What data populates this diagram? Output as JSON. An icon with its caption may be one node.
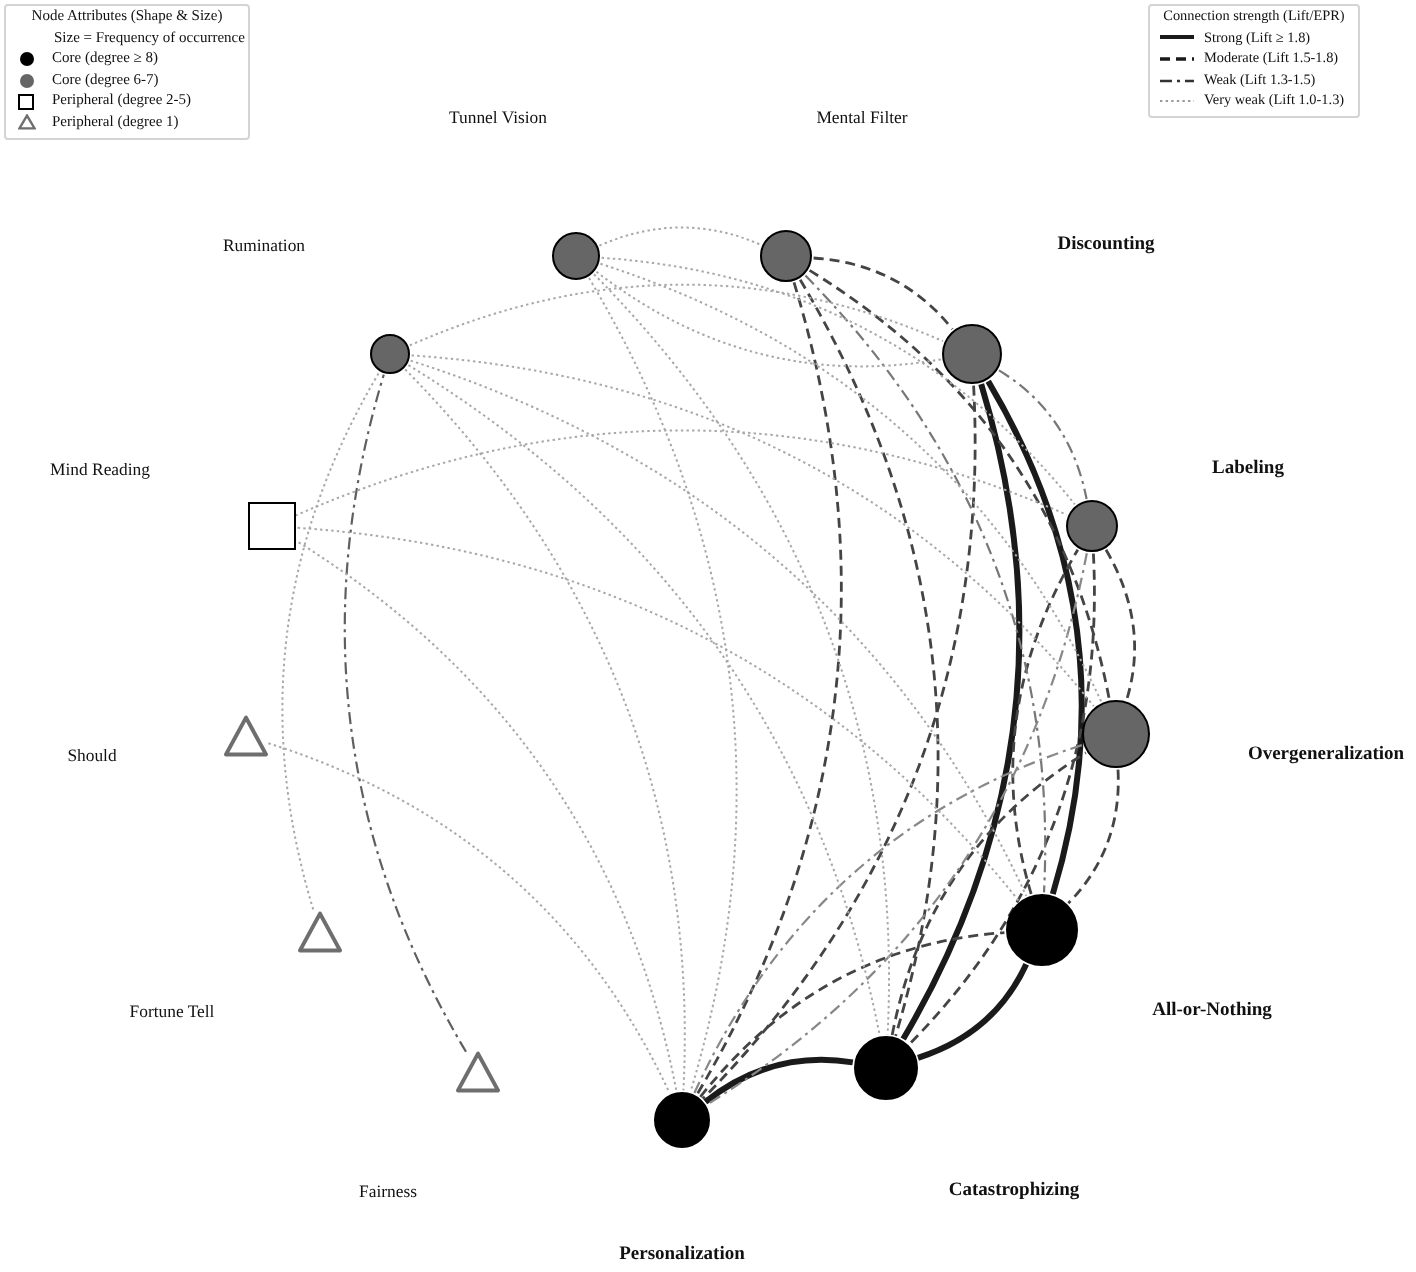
{
  "diagram": {
    "nodes": [
      {
        "text": [],
        "shape": "circle"
      },
      {
        "text": [],
        "shape": "circle"
      },
      {
        "text": [],
        "shape": "circle"
      },
      {
        "text": [],
        "shape": "circle"
      },
      {
        "text": [],
        "shape": "circle"
      },
      {
        "text": [],
        "shape": "circle"
      },
      {
        "text": [],
        "shape": "circle"
      },
      {
        "text": [],
        "shape": "circle"
      },
      {
        "text": [],
        "shape": "triangle"
      },
      {
        "text": [],
        "shape": "triangle"
      },
      {
        "text": [],
        "shape": "triangle"
      },
      {
        "text": [],
        "shape": "square"
      },
      {
        "text": [],
        "shape": "circle"
      }
    ],
    "edges": [
      {
        "from": 2,
        "to": 6,
        "arrow": "none",
        "style": "thick",
        "color": "#1a1a1a"
      },
      {
        "from": 2,
        "to": 5,
        "arrow": "none",
        "style": "thick",
        "color": "#1a1a1a"
      },
      {
        "from": 5,
        "to": 6,
        "arrow": "none",
        "style": "thick",
        "color": "#1a1a1a"
      },
      {
        "from": 7,
        "to": 6,
        "arrow": "none",
        "style": "thick",
        "color": "#1a1a1a"
      },
      {
        "from": 1,
        "to": 2,
        "arrow": "none",
        "style": "dashed",
        "color": "#444444"
      },
      {
        "from": 1,
        "to": 4,
        "arrow": "none",
        "style": "dashed",
        "color": "#444444"
      },
      {
        "from": 1,
        "to": 6,
        "arrow": "none",
        "style": "dashed",
        "color": "#444444"
      },
      {
        "from": 1,
        "to": 7,
        "arrow": "none",
        "style": "dashed",
        "color": "#444444"
      },
      {
        "from": 2,
        "to": 7,
        "arrow": "none",
        "style": "dashed",
        "color": "#444444"
      },
      {
        "from": 3,
        "to": 4,
        "arrow": "none",
        "style": "dashed",
        "color": "#444444"
      },
      {
        "from": 5,
        "to": 3,
        "arrow": "none",
        "style": "dashed",
        "color": "#444444"
      },
      {
        "from": 3,
        "to": 6,
        "arrow": "none",
        "style": "dashed",
        "color": "#444444"
      },
      {
        "from": 4,
        "to": 5,
        "arrow": "none",
        "style": "dashed",
        "color": "#444444"
      },
      {
        "from": 6,
        "to": 4,
        "arrow": "none",
        "style": "dashed",
        "color": "#444444"
      },
      {
        "from": 7,
        "to": 5,
        "arrow": "none",
        "style": "dashed",
        "color": "#444444"
      },
      {
        "from": 8,
        "to": 12,
        "arrow": "none",
        "style": "dashed",
        "color": "#5f5f5f"
      },
      {
        "from": 2,
        "to": 3,
        "arrow": "none",
        "style": "dashed",
        "color": "#777777"
      },
      {
        "from": 1,
        "to": 5,
        "arrow": "none",
        "style": "dashed",
        "color": "#777777"
      },
      {
        "from": 7,
        "to": 4,
        "arrow": "none",
        "style": "dashed",
        "color": "#888888"
      },
      {
        "from": 3,
        "to": 7,
        "arrow": "none",
        "style": "dashed",
        "color": "#888888"
      },
      {
        "from": 0,
        "to": 1,
        "arrow": "none",
        "style": "dashed"
      },
      {
        "from": 2,
        "to": 0,
        "arrow": "none",
        "style": "dashed"
      },
      {
        "from": 0,
        "to": 3,
        "arrow": "none",
        "style": "dashed"
      },
      {
        "from": 0,
        "to": 4,
        "arrow": "none",
        "style": "dashed"
      },
      {
        "from": 0,
        "to": 6,
        "arrow": "none",
        "style": "dashed"
      },
      {
        "from": 0,
        "to": 7,
        "arrow": "none",
        "style": "dashed"
      },
      {
        "from": 12,
        "to": 2,
        "arrow": "none",
        "style": "dashed"
      },
      {
        "from": 12,
        "to": 4,
        "arrow": "none",
        "style": "dashed"
      },
      {
        "from": 9,
        "to": 12,
        "arrow": "none",
        "style": "dashed"
      },
      {
        "from": 12,
        "to": 7,
        "arrow": "none",
        "style": "dashed"
      },
      {
        "from": 12,
        "to": 6,
        "arrow": "none",
        "style": "dashed"
      },
      {
        "from": 12,
        "to": 5,
        "arrow": "none",
        "style": "dashed"
      },
      {
        "from": 11,
        "to": 3,
        "arrow": "none",
        "style": "dashed"
      },
      {
        "from": 11,
        "to": 7,
        "arrow": "none",
        "style": "dashed"
      },
      {
        "from": 11,
        "to": 5,
        "arrow": "none",
        "style": "dashed"
      },
      {
        "from": 10,
        "to": 7,
        "arrow": "none",
        "style": "dashed"
      }
    ],
    "labels": [
      "Node Attributes (Shape & Size)",
      "Size = Frequency of occurrence",
      "Connection strength (Lift/EPR)",
      "Tunnel Vision",
      "Mental Filter",
      "Rumination",
      "Discounting",
      "Mind Reading",
      "Labeling",
      "Should",
      "Overgeneralization",
      "Fortune Tell",
      "All-or-Nothing",
      "Fairness",
      "Catastrophizing",
      "Personalization"
    ],
    "legend": [
      {
        "text": "Core (degree ≥ 8)",
        "color": "#000000"
      },
      {
        "text": "Core (degree 6-7)",
        "color": "#666666"
      },
      {
        "text": "Peripheral (degree 2-5)"
      },
      {
        "text": "Peripheral (degree 1)"
      },
      {
        "text": "Strong (Lift ≥ 1.8)"
      },
      {
        "text": "Moderate (Lift 1.5-1.8)"
      },
      {
        "text": "Weak (Lift 1.3-1.5)"
      },
      {
        "text": "Very weak (Lift 1.0-1.3)"
      }
    ]
  }
}
